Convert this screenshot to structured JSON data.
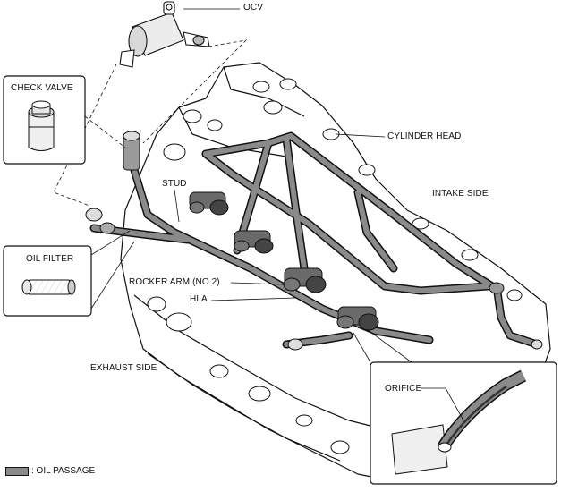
{
  "labels": {
    "ocv": "OCV",
    "check_valve": "CHECK VALVE",
    "cylinder_head": "CYLINDER HEAD",
    "stud": "STUD",
    "intake_side": "INTAKE SIDE",
    "oil_filter": "OIL FILTER",
    "rocker_arm": "ROCKER ARM (NO.2)",
    "hla": "HLA",
    "exhaust_side": "EXHAUST SIDE",
    "orifice": "ORIFICE"
  },
  "legend": {
    "text": ": OIL PASSAGE",
    "swatch_color": "#8a8a8a"
  },
  "colors": {
    "line": "#111111",
    "oil_passage": "#8a8a8a",
    "background": "#ffffff"
  }
}
